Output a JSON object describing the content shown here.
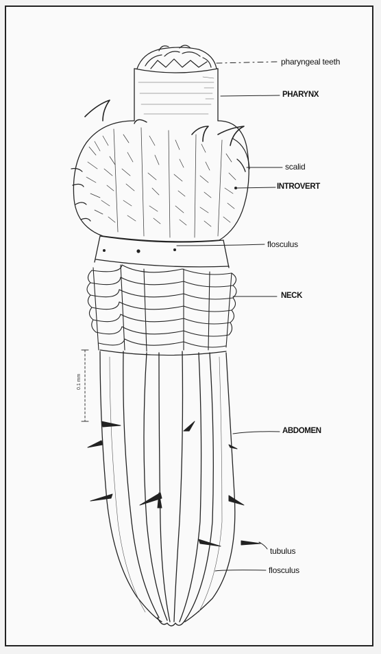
{
  "figure": {
    "labels": [
      {
        "id": "pharyngeal-teeth",
        "text": "pharyngeal teeth"
      },
      {
        "id": "pharynx",
        "text": "PHARYNX"
      },
      {
        "id": "scalid",
        "text": "scalid"
      },
      {
        "id": "introvert",
        "text": "INTROVERT"
      },
      {
        "id": "flosculus-upper",
        "text": "flosculus"
      },
      {
        "id": "neck",
        "text": "NECK"
      },
      {
        "id": "abdomen",
        "text": "ABDOMEN"
      },
      {
        "id": "tubulus",
        "text": "tubulus"
      },
      {
        "id": "flosculus-lower",
        "text": "flosculus"
      }
    ],
    "scale_bar": "0.1 mm"
  }
}
